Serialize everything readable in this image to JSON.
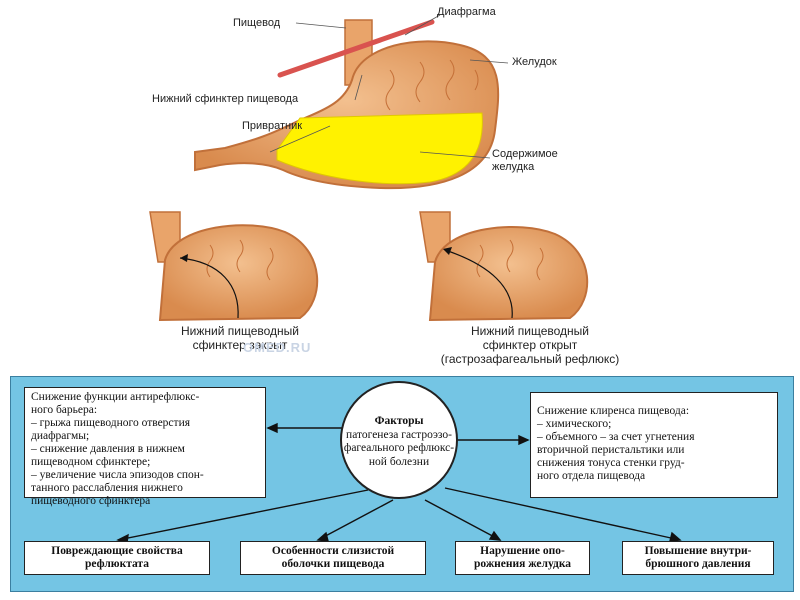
{
  "top_diagram": {
    "labels": {
      "esophagus": "Пищевод",
      "diaphragm": "Диафрагма",
      "stomach": "Желудок",
      "lower_sphincter": "Нижний сфинктер пищевода",
      "pylorus": "Привратник",
      "contents_line1": "Содержимое",
      "contents_line2": "желудка"
    }
  },
  "small_diagrams": {
    "closed": {
      "line1": "Нижний пищеводный",
      "line2": "сфинктер закрыт"
    },
    "open": {
      "line1": "Нижний пищеводный",
      "line2": "сфинктер открыт",
      "line3": "(гастрозафагеальный рефлюкс)"
    },
    "watermark": "OMED.RU"
  },
  "factors_scheme": {
    "center": [
      "Факторы",
      "патогенеза гастроэзо-",
      "фагеального рефлюкс-",
      "ной болезни"
    ],
    "left_box": [
      "Снижение функции антирефлюкс-",
      "ного барьера:",
      "– грыжа пищеводного отверстия",
      "   диафрагмы;",
      "– снижение давления в нижнем",
      "   пищеводном сфинктере;",
      "– увеличение числа эпизодов спон-",
      "   танного расслабления нижнего",
      "   пищеводного сфинктера"
    ],
    "right_box": [
      "Снижение клиренса пищевода:",
      "– химического;",
      "– объемного – за счет угнетения",
      "   вторичной перистальтики или",
      "   снижения тонуса стенки груд-",
      "   ного отдела пищевода"
    ],
    "bottom_boxes": [
      [
        "Повреждающие свойства",
        "рефлюктата"
      ],
      [
        "Особенности слизистой",
        "оболочки пищевода"
      ],
      [
        "Нарушение опо-",
        "рожнения желудка"
      ],
      [
        "Повышение внутри-",
        "брюшного давления"
      ]
    ]
  },
  "colors": {
    "stomach_fill": "#e8a86a",
    "contents": "#fff200",
    "panel_bg": "#74c5e4",
    "diaphragm": "#d9534f"
  }
}
